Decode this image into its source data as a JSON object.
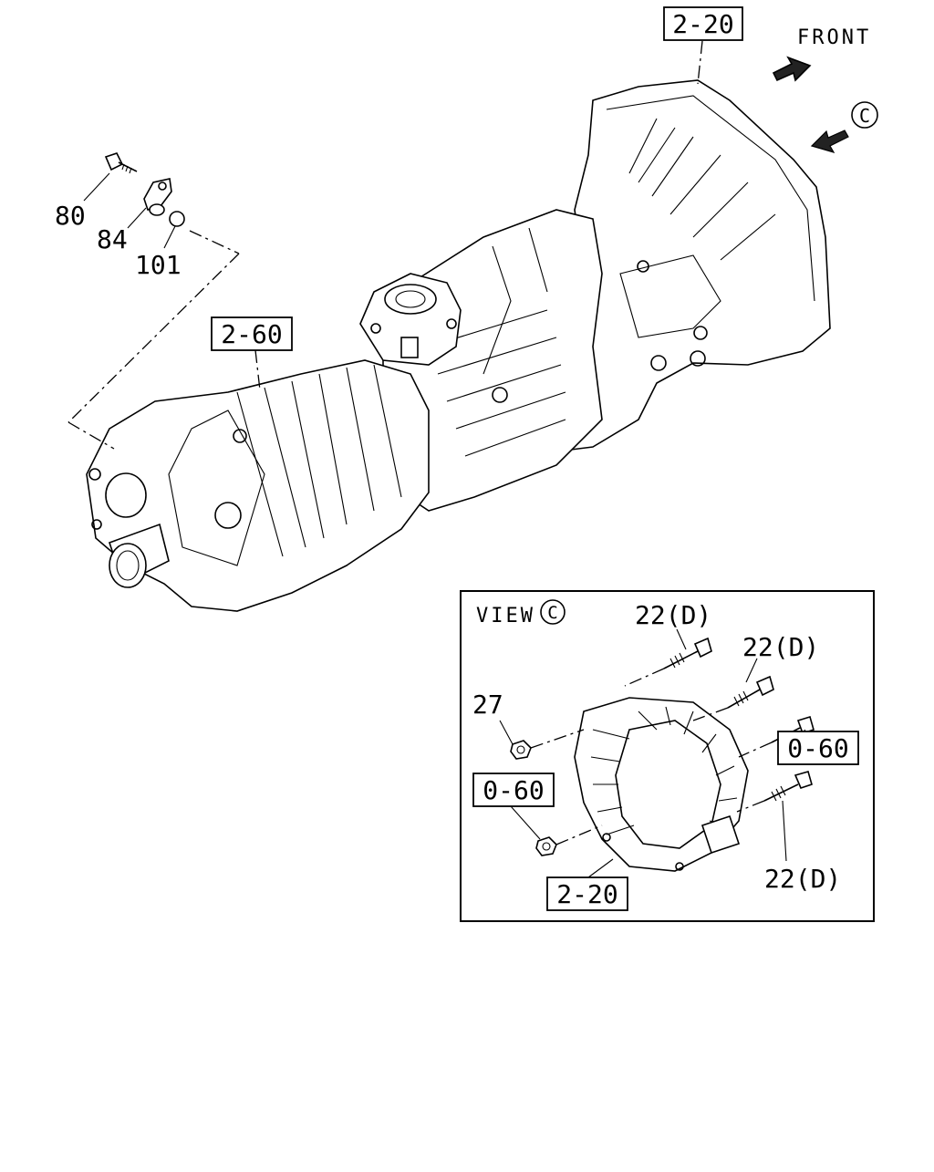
{
  "diagram": {
    "front_label": "FRONT",
    "view_marker": "C",
    "main": {
      "ref_2_20": "2-20",
      "ref_2_60": "2-60",
      "part_80": "80",
      "part_84": "84",
      "part_101": "101"
    },
    "inset": {
      "title": "VIEW",
      "title_marker": "C",
      "part_22_a": "22(D)",
      "part_22_b": "22(D)",
      "part_22_c": "22(D)",
      "part_27": "27",
      "ref_0_60_right": "0-60",
      "ref_0_60_left": "0-60",
      "ref_2_20": "2-20"
    }
  }
}
